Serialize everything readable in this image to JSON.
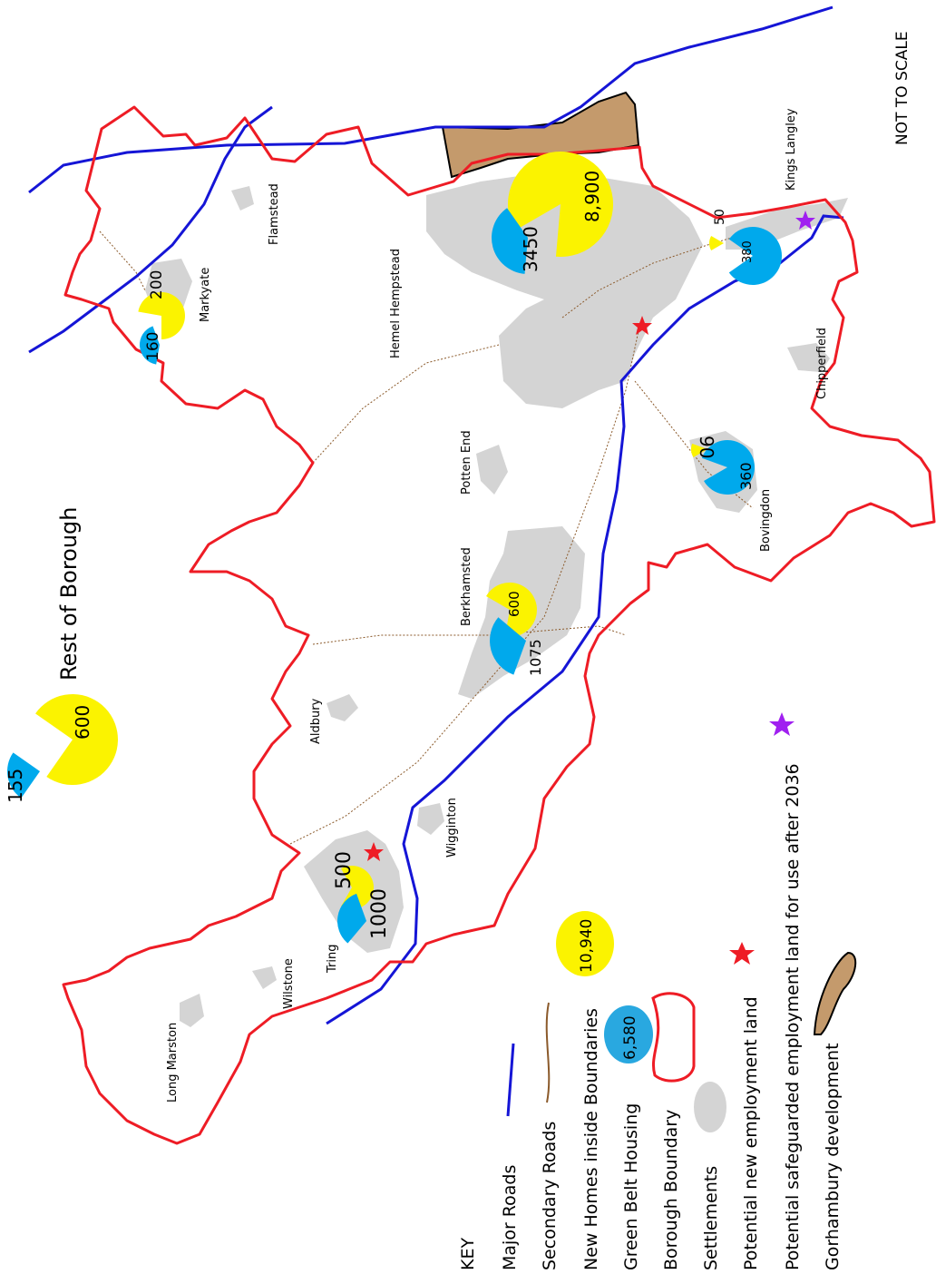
{
  "note": "NOT TO SCALE",
  "colors": {
    "boundary": "#ee1c25",
    "major_road": "#1515d6",
    "secondary_road": "#8b5a2b",
    "settlement": "#d4d4d4",
    "new_homes": "#fbf300",
    "green_belt": "#00a9ec",
    "employment_star": "#ee1c25",
    "safeguarded_star": "#a020f0",
    "gorhambury": "#c49a6c"
  },
  "places": {
    "long_marston": "Long Marston",
    "wilstone": "Wilstone",
    "tring": "Tring",
    "wigginton": "Wigginton",
    "aldbury": "Aldbury",
    "berkhamsted": "Berkhamsted",
    "potten_end": "Potten End",
    "bovingdon": "Bovingdon",
    "chipperfield": "Chipperfield",
    "kings_langley": "Kings Langley",
    "hemel_hempstead": "Hemel Hempstead",
    "markyate": "Markyate",
    "flamstead": "Flamstead"
  },
  "pies": {
    "rest_title": "Rest of Borough",
    "rest_yellow": "600",
    "rest_blue": "155",
    "tring_yellow": "500",
    "tring_blue": "1000",
    "berk_yellow": "600",
    "berk_blue": "1075",
    "bov_yellow": "90",
    "bov_blue": "360",
    "kl_yellow": "50",
    "kl_blue": "380",
    "hh_yellow": "8,900",
    "hh_blue": "3450",
    "mk_yellow": "200",
    "mk_blue": "160"
  },
  "key": {
    "title": "KEY",
    "major_roads": "Major Roads",
    "secondary_roads": "Secondary Roads",
    "new_homes": "New Homes inside Boundaries",
    "green_belt": "Green Belt Housing",
    "borough_boundary": "Borough Boundary",
    "settlements": "Settlements",
    "employment": "Potential new employment land",
    "safeguarded": "Potential safeguarded employment land for use after 2036",
    "gorhambury": "Gorhambury development",
    "new_homes_total": "10,940",
    "green_belt_total": "6,580"
  }
}
